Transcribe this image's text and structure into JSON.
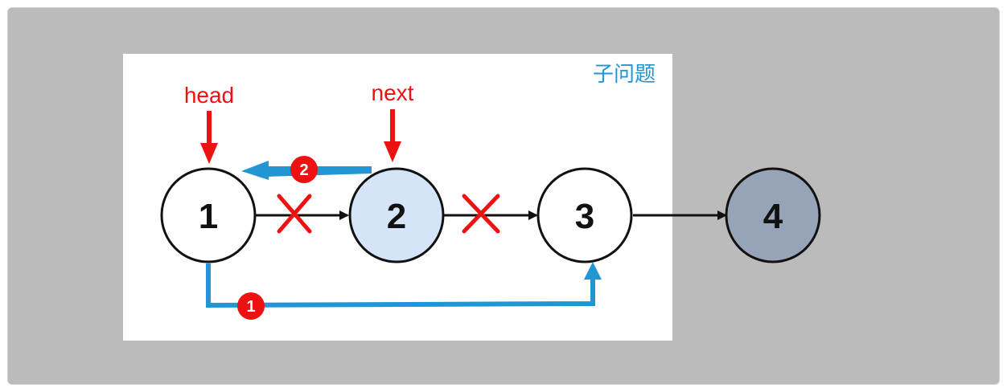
{
  "title": "子问题",
  "pointers": {
    "head": "head",
    "next": "next"
  },
  "nodes": [
    {
      "value": "1",
      "fill": "#ffffff"
    },
    {
      "value": "2",
      "fill": "#d6e4fa"
    },
    {
      "value": "3",
      "fill": "#ffffff"
    },
    {
      "value": "4",
      "fill": "#96a3b8"
    }
  ],
  "steps": {
    "step1": "1",
    "step2": "2"
  },
  "colors": {
    "pointer_red": "#ee1111",
    "step_blue": "#2196d2",
    "cross_red": "#ee1111",
    "title_blue": "#2196d2",
    "frame_gray": "#bbbbbb"
  }
}
